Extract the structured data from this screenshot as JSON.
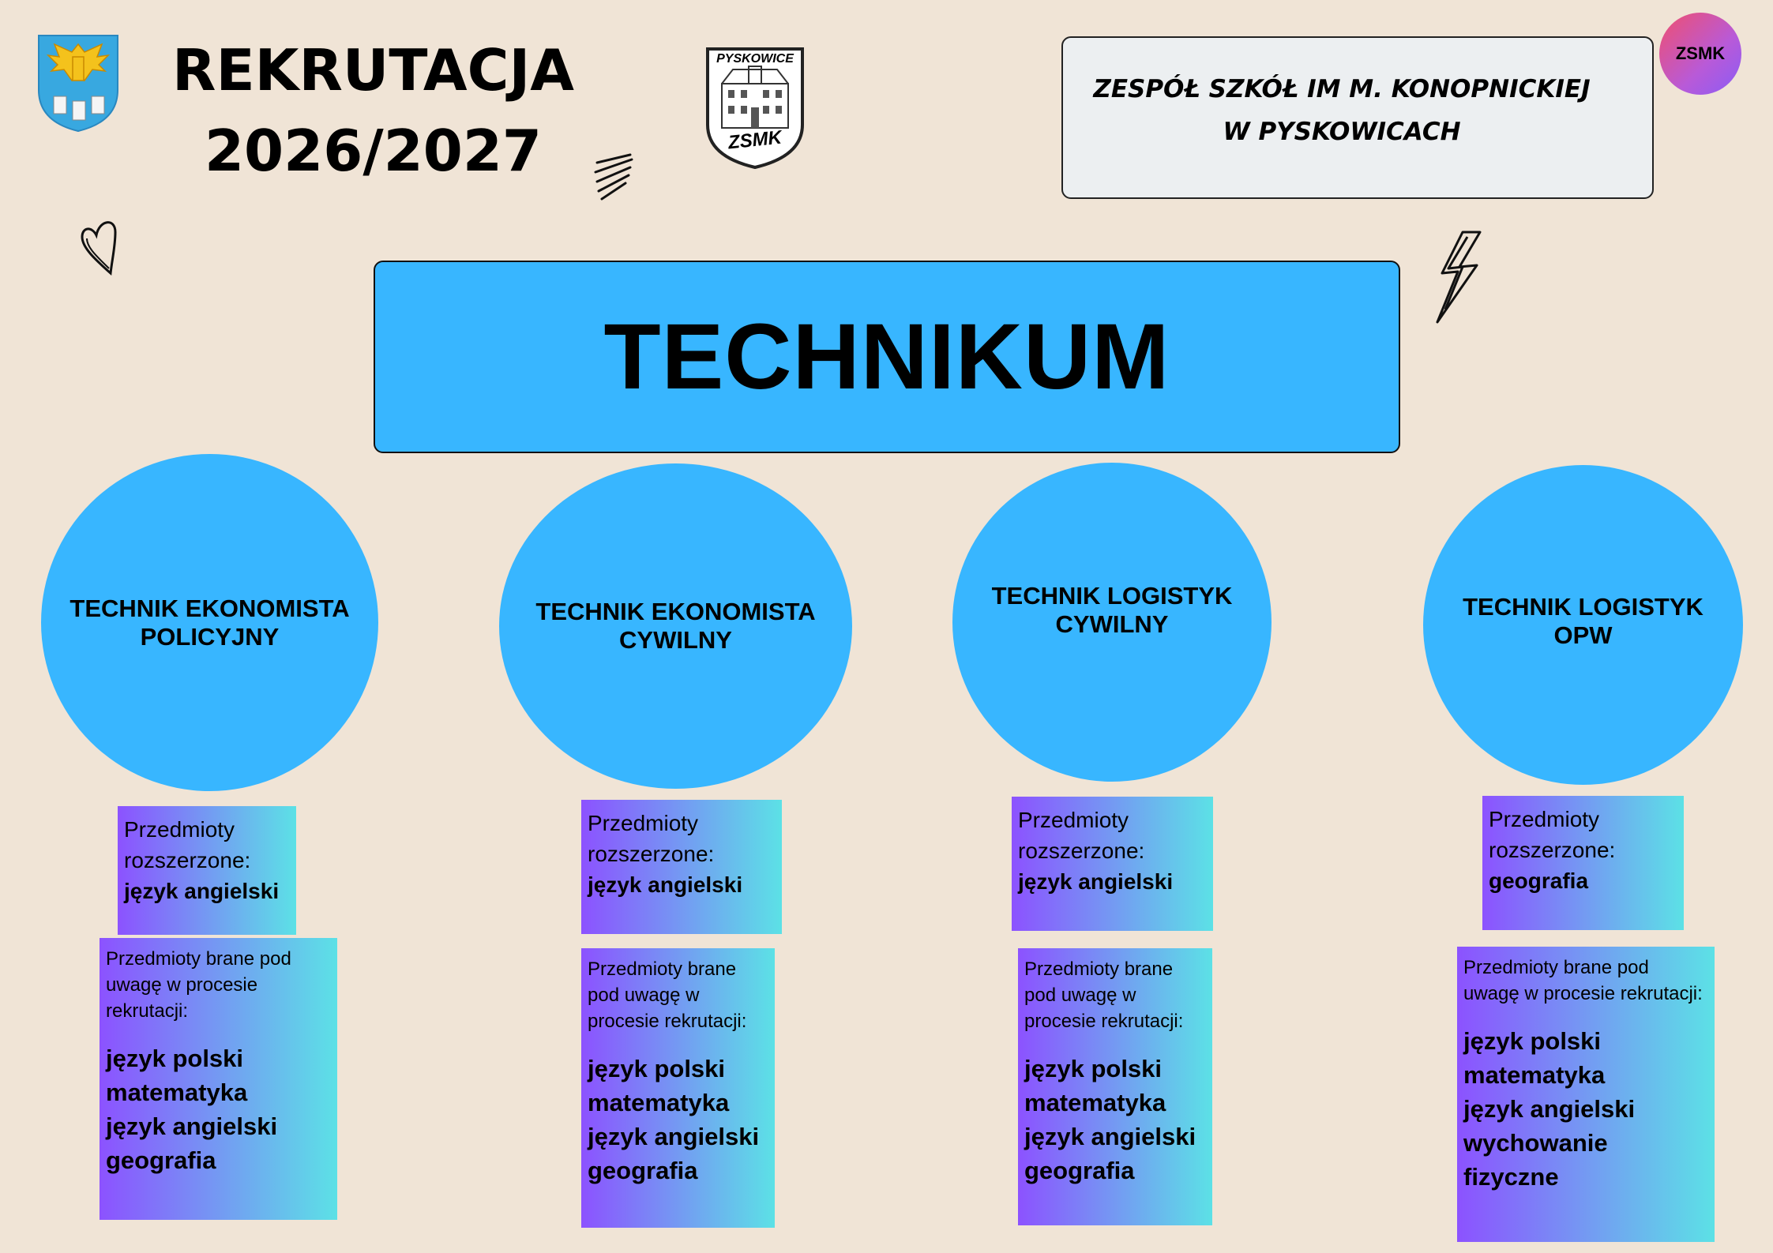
{
  "header": {
    "title_line1": "REKRUTACJA",
    "title_line2": "2026/2027",
    "school_line1": "ZESPÓŁ SZKÓŁ IM M. KONOPNICKIEJ",
    "school_line2": "W PYSKOWICACH",
    "badge": "ZSMK",
    "school_logo_text_top": "PYSKOWICE",
    "school_logo_text_bottom": "ZSMK"
  },
  "banner": {
    "label": "TECHNIKUM"
  },
  "colors": {
    "background": "#f0e4d6",
    "accent_blue": "#38b6ff",
    "gradient_start": "#8c52ff",
    "gradient_end": "#5ce1e6"
  },
  "icons": [
    "coat-of-arms-icon",
    "school-logo-icon",
    "scribble-icon",
    "heart-icon",
    "lightning-icon"
  ],
  "programs": [
    {
      "name_line1": "TECHNIK EKONOMISTA",
      "name_line2": "POLICYJNY",
      "extended_label": "Przedmioty rozszerzone:",
      "extended_value": "język angielski",
      "recruitment_label": "Przedmioty brane pod uwagę w procesie rekrutacji:",
      "recruitment_subjects": [
        "język polski",
        "matematyka",
        "język angielski",
        "geografia"
      ]
    },
    {
      "name_line1": "TECHNIK EKONOMISTA",
      "name_line2": "CYWILNY",
      "extended_label": "Przedmioty rozszerzone:",
      "extended_value": "język angielski",
      "recruitment_label": "Przedmioty brane pod uwagę w procesie rekrutacji:",
      "recruitment_subjects": [
        "język polski",
        "matematyka",
        "język angielski",
        "geografia"
      ]
    },
    {
      "name_line1": "TECHNIK LOGISTYK",
      "name_line2": "CYWILNY",
      "extended_label": "Przedmioty rozszerzone:",
      "extended_value": "język angielski",
      "recruitment_label": "Przedmioty brane pod uwagę w procesie rekrutacji:",
      "recruitment_subjects": [
        "język polski",
        "matematyka",
        "język angielski",
        "geografia"
      ]
    },
    {
      "name_line1": "TECHNIK LOGISTYK",
      "name_line2": "OPW",
      "extended_label": "Przedmioty rozszerzone:",
      "extended_value": "geografia",
      "recruitment_label": "Przedmioty brane pod uwagę w procesie rekrutacji:",
      "recruitment_subjects": [
        "język polski",
        "matematyka",
        "język angielski",
        "wychowanie fizyczne"
      ]
    }
  ]
}
